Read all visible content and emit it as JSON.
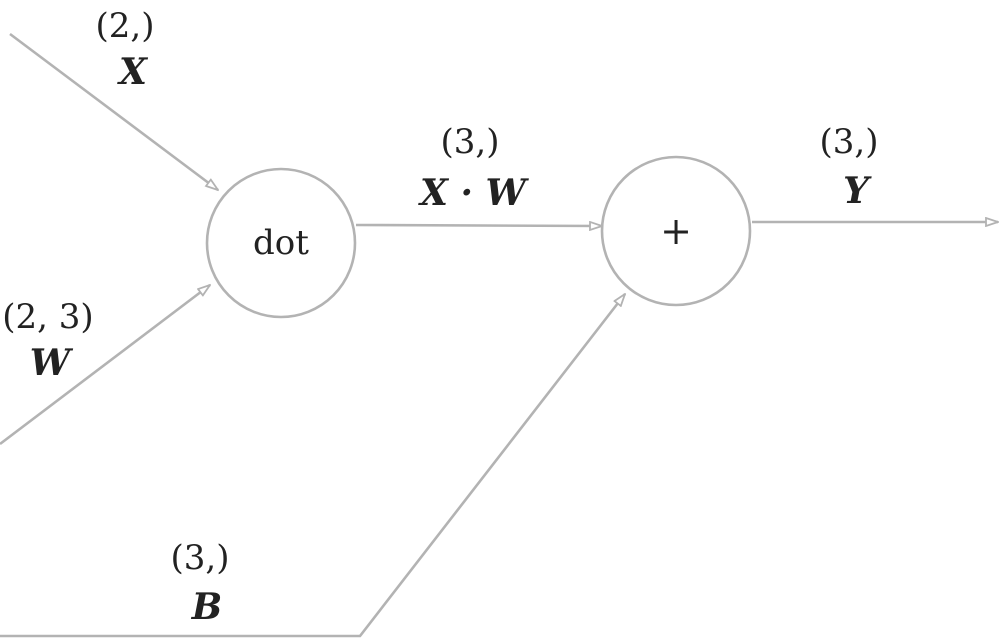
{
  "colors": {
    "line": "#b3b3b3",
    "text": "#222222",
    "background": "#ffffff"
  },
  "nodes": {
    "dot": {
      "label": "dot"
    },
    "add": {
      "label": "+"
    }
  },
  "inputs": {
    "x": {
      "shape": "(2,)",
      "name": "X"
    },
    "w": {
      "shape": "(2, 3)",
      "name": "W"
    },
    "b": {
      "shape": "(3,)",
      "name": "B"
    }
  },
  "intermediate": {
    "xw": {
      "shape": "(3,)",
      "name": "X · W"
    }
  },
  "output": {
    "y": {
      "shape": "(3,)",
      "name": "Y"
    }
  }
}
